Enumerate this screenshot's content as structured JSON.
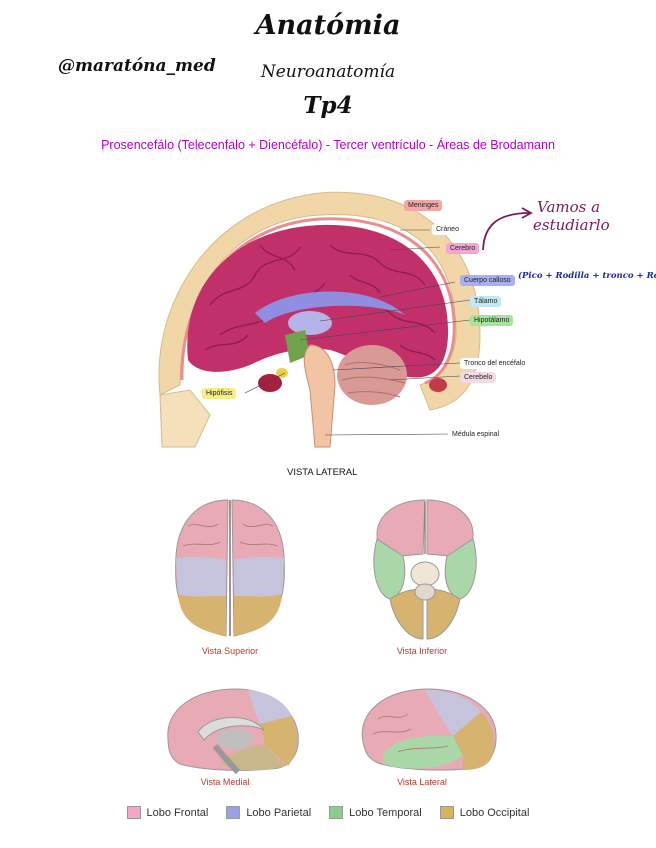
{
  "header": {
    "title": "Anatómia",
    "handle": "@maratóna_med",
    "subtitle": "Neuroanatomía",
    "tp": "Tp4",
    "topics": "Prosencefálo (Telecenfalo + Diencéfalo) - Tercer ventrículo - Áreas de Brodamann"
  },
  "main_figure": {
    "labels": {
      "meninges": "Meninges",
      "craneo": "Cráneo",
      "cerebro": "Cerebro",
      "cuerpo_calloso": "Cuerpo calloso",
      "talamo": "Tálamo",
      "hipotalamo": "Hipotálamo",
      "tronco": "Tronco del encéfalo",
      "cerebelo": "Cerebelo",
      "hipofisis": "Hipófisis",
      "medula": "Médula espinal"
    },
    "caption": "VISTA LATERAL",
    "handwritten_note": [
      "Vamos a",
      "estudiarlo"
    ],
    "handwritten_note_2": "(Pico + Rodilla + tronco + Rodete)"
  },
  "views": {
    "superior": "Vista Superior",
    "inferior": "Vista Inferior",
    "medial": "Vista Medial",
    "lateral": "Vista Lateral"
  },
  "legend": [
    {
      "label": "Lobo Frontal",
      "color": "#f4a6c8"
    },
    {
      "label": "Lobo Parietal",
      "color": "#9aa0e6"
    },
    {
      "label": "Lobo Temporal",
      "color": "#86d08a"
    },
    {
      "label": "Lobo Occipital",
      "color": "#d9b25a"
    }
  ],
  "colors": {
    "topic_text": "#b400d0",
    "cerebrum": "#c2306a",
    "skull": "#f1d7a8",
    "view_caption": "#c0392b"
  }
}
